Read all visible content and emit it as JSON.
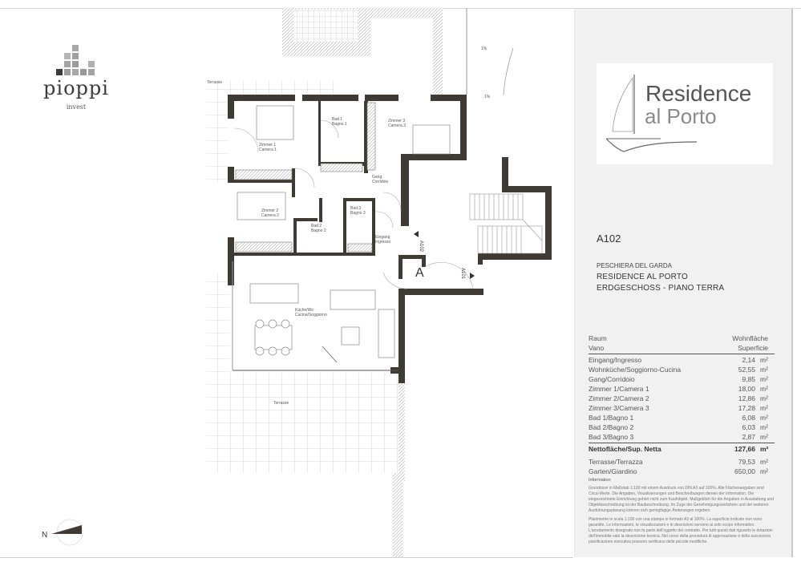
{
  "branding": {
    "company_name": "pioppi",
    "company_subtitle": "invest",
    "project_logo_line1": "Residence",
    "project_logo_line2": "al Porto"
  },
  "unit": {
    "code": "A102",
    "city": "PESCHIERA DEL GARDA",
    "project": "RESIDENCE AL PORTO",
    "floor": "ERDGESCHOSS - PIANO TERRA"
  },
  "area_table": {
    "header_room_de": "Raum",
    "header_room_it": "Vano",
    "header_area_de": "Wohnfläche",
    "header_area_it": "Superficie",
    "unit_label": "m²",
    "rooms": [
      {
        "name": "Eingang/Ingresso",
        "area": "2,14"
      },
      {
        "name": "Wohnküche/Soggiorno-Cucina",
        "area": "52,55"
      },
      {
        "name": "Gang/Corridoio",
        "area": "9,85"
      },
      {
        "name": "Zimmer 1/Camera 1",
        "area": "18,00"
      },
      {
        "name": "Zimmer 2/Camera 2",
        "area": "12,86"
      },
      {
        "name": "Zimmer 3/Camera 3",
        "area": "17,28"
      },
      {
        "name": "Bad 1/Bagno 1",
        "area": "6,08"
      },
      {
        "name": "Bad 2/Bagno 2",
        "area": "6,03"
      },
      {
        "name": "Bad 3/Bagno 3",
        "area": "2,87"
      }
    ],
    "total": {
      "name": "Nettofläche/Sup. Netta",
      "area": "127,66"
    },
    "extras": [
      {
        "name": "Terrasse/Terrazza",
        "area": "79,53"
      },
      {
        "name": "Garten/Giardino",
        "area": "650,00"
      }
    ]
  },
  "information": {
    "title": "Information",
    "paragraph_de": "Grundrisse in Maßstab 1:100 mit einem Ausdruck von DIN A3 auf 100%. Alle Flächenangaben sind Circa-Werte. Die Angaben, Visualisierungen und Beschreibungen dienen der Information. Die eingezeichnete Einrichtung gehört nicht zum Kaufobjekt. Maßgeblich für die Angaben in Ausstattung und Objektbeschreibung ist der Baubeschreibung. Im Zuge der Genehmigungsverfahren und der weiteren Ausführungsplanung können sich geringfügige Änderungen ergeben.",
    "paragraph_it": "Planimetrie in scala 1:100 con una stampa in formato A3 al 100%. La superficie indicate non sono garantite. Le informazioni, le visualizzazioni e le descrizioni servono ai solo scopo informativo. L'arredamento disegnato non fa parte dell'oggetto del contratto. Per tutti questi dati riguardo le dotazioni dell'immobile vale la descrizione tecnica. Nel corso della procedura di approvazione e della successiva pianificazione esecutiva possono verificarsi delle piccole modifiche."
  },
  "floorplan": {
    "labels": {
      "terrace_top": "Terrasse",
      "zimmer1": [
        "Zimmer 1",
        "Camera 1"
      ],
      "bad1": [
        "Bad 1",
        "Bagno 1"
      ],
      "zimmer3": [
        "Zimmer 3",
        "Camera 3"
      ],
      "gang": [
        "Gang",
        "Corridoio"
      ],
      "zimmer2": [
        "Zimmer 2",
        "Camera 2"
      ],
      "bad2": [
        "Bad 2",
        "Bagno 2"
      ],
      "bad3": [
        "Bad 3",
        "Bagno 3"
      ],
      "eingang": [
        "Eingang",
        "Ingresso"
      ],
      "wohnkueche": [
        "Küche/Wo",
        "Cucina/Soggiorno"
      ],
      "terrace_bottom": "Terrasse",
      "entrance_letter": "A",
      "unit_a102": "A102",
      "unit_a101": "A101",
      "slope1": "1%",
      "slope2": "1%"
    },
    "north_label": "N"
  },
  "colors": {
    "wall": "#3f3a33",
    "panel_bg": "#f1f1f1",
    "line": "#9a9a9a"
  }
}
